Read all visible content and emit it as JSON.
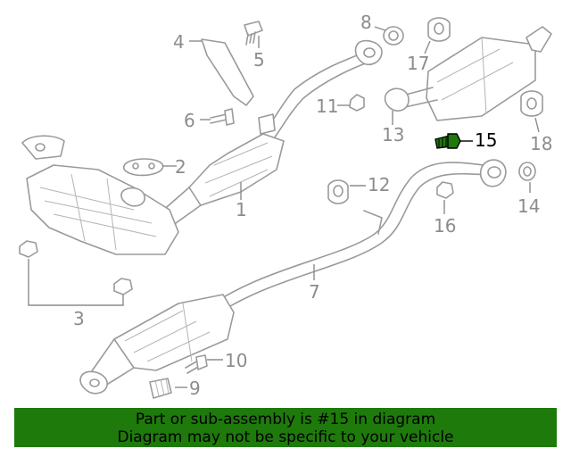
{
  "callouts": {
    "c1": "1",
    "c2": "2",
    "c3": "3",
    "c4": "4",
    "c5": "5",
    "c6": "6",
    "c7": "7",
    "c8": "8",
    "c9": "9",
    "c10": "10",
    "c11": "11",
    "c12": "12",
    "c13": "13",
    "c14": "14",
    "c15": "15",
    "c16": "16",
    "c17": "17",
    "c18": "18"
  },
  "highlighted_part": "15",
  "colors": {
    "banner_bg": "#1e7a0b",
    "part_line": "#9a9a9a",
    "highlight": "#000000",
    "highlight_part": "#1e7a0b"
  },
  "banner": {
    "line1": "Part or sub-assembly is #15 in diagram",
    "line2": "Diagram may not be specific to your vehicle"
  }
}
